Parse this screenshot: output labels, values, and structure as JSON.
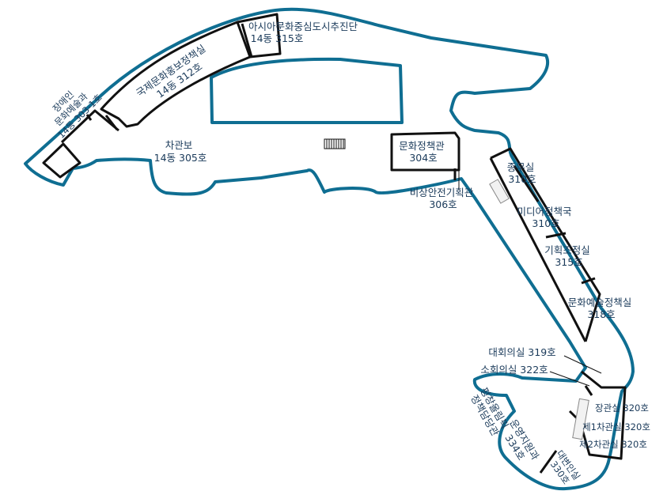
{
  "colors": {
    "outline": "#0f6e92",
    "wall": "#111111",
    "text": "#1a3a5a"
  },
  "rooms": {
    "disability_arts": {
      "line1": "장애인",
      "line2": "문화예술과",
      "line3": "14동 303-1호"
    },
    "intl_culture": {
      "line1": "국제문화홍보정책실",
      "line2": "14동 312호"
    },
    "asia_culture": {
      "line1": "아시아문화중심도시추진단",
      "line2": "14동 315호"
    },
    "vice_minister": {
      "line1": "차관보",
      "line2": "14동 305호"
    },
    "culture_policy": {
      "line1": "문화정책관",
      "line2": "304호"
    },
    "emergency_planning": {
      "line1": "비상안전기획관",
      "line2": "306호"
    },
    "general_affairs": {
      "line1": "종무실",
      "line2": "310호"
    },
    "media_policy": {
      "line1": "미디어정책국",
      "line2": "310호"
    },
    "planning_coordination": {
      "line1": "기획조정실",
      "line2": "315호"
    },
    "arts_policy": {
      "line1": "문화예술정책실",
      "line2": "318호"
    },
    "large_meeting": {
      "line1": "대회의실 319호"
    },
    "small_meeting": {
      "line1": "소회의실 322호"
    },
    "minister": {
      "line1": "장관실 320호"
    },
    "first_vice": {
      "line1": "제1차관실 320호"
    },
    "second_vice": {
      "line1": "제2차관실 320호"
    },
    "pyeongchang": {
      "line1": "평창올림픽",
      "line2": "정책담당관"
    },
    "operations_support": {
      "line1": "운영지원과",
      "line2": "334호"
    },
    "spokesperson": {
      "line1": "대변인실",
      "line2": "330호"
    }
  }
}
